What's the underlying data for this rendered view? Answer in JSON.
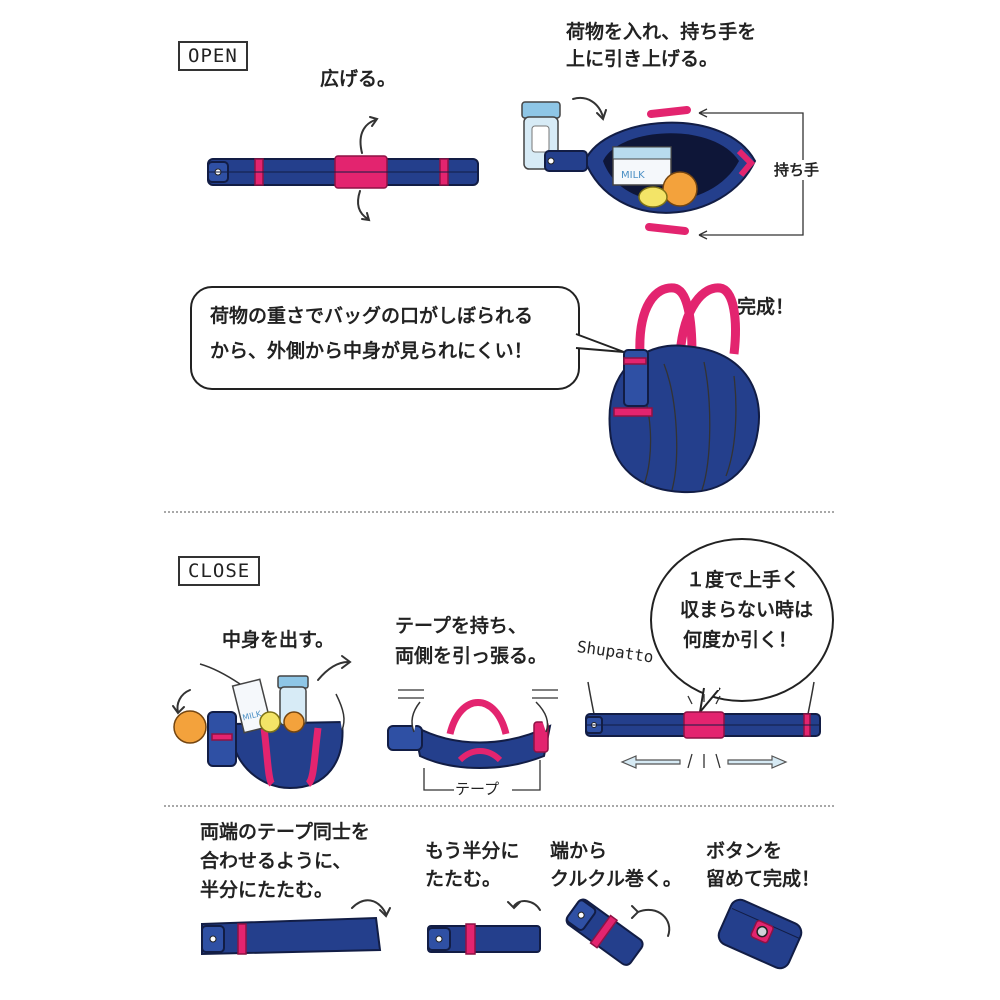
{
  "sections": {
    "open_tag": "OPEN",
    "close_tag": "CLOSE"
  },
  "open": {
    "step1": "広げる。",
    "step2_line1": "荷物を入れ、持ち手を",
    "step2_line2": "上に引き上げる。",
    "handle_label": "持ち手",
    "milk_label": "MILK",
    "bubble_line1": "荷物の重さでバッグの口がしぼられる",
    "bubble_line2": "から、外側から中身が見られにくい！",
    "complete": "完成！"
  },
  "close": {
    "step1": "中身を出す。",
    "milk_label": "MILK",
    "step2_line1": "テープを持ち、",
    "step2_line2": "両側を引っ張る。",
    "tape_label": "テープ",
    "brand": "Shupatto",
    "bubble_line1": "１度で上手く",
    "bubble_line2": "収まらない時は",
    "bubble_line3": "何度か引く！",
    "fold1_line1": "両端のテープ同士を",
    "fold1_line2": "合わせるように、",
    "fold1_line3": "半分にたたむ。",
    "fold2_line1": "もう半分に",
    "fold2_line2": "たたむ。",
    "fold3_line1": "端から",
    "fold3_line2": "クルクル巻く。",
    "fold4_line1": "ボタンを",
    "fold4_line2": "留めて完成！"
  },
  "colors": {
    "bag_navy": "#243f8c",
    "strap_pink": "#e3246f",
    "divider": "#a8a8a8"
  }
}
